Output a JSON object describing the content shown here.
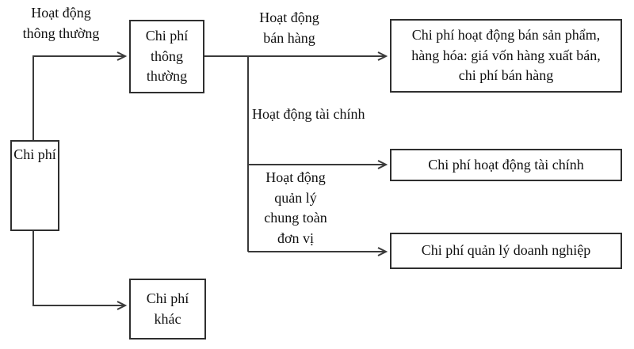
{
  "colors": {
    "background": "#ffffff",
    "box_border": "#2f2f2f",
    "connector_line": "#3a3a3a",
    "text": "#111111"
  },
  "diagram": {
    "nodes": {
      "chi_phi": "Chi phí",
      "chi_phi_thong_thuong": "Chi phí thông thường",
      "chi_phi_khac": "Chi phí khác",
      "ban_san_pham": "Chi phí hoạt động bán sản phẩm, hàng hóa: giá vốn hàng xuất bán, chi phí bán hàng",
      "tai_chinh": "Chi phí hoạt động tài chính",
      "quan_ly": "Chi phí quản lý doanh nghiệp"
    },
    "edge_labels": {
      "thong_thuong": "Hoạt động thông thường",
      "ban_hang": "Hoạt động bán hàng",
      "tai_chinh": "Hoạt động tài chính",
      "quan_ly": "Hoạt động quản lý chung toàn đơn vị"
    }
  }
}
